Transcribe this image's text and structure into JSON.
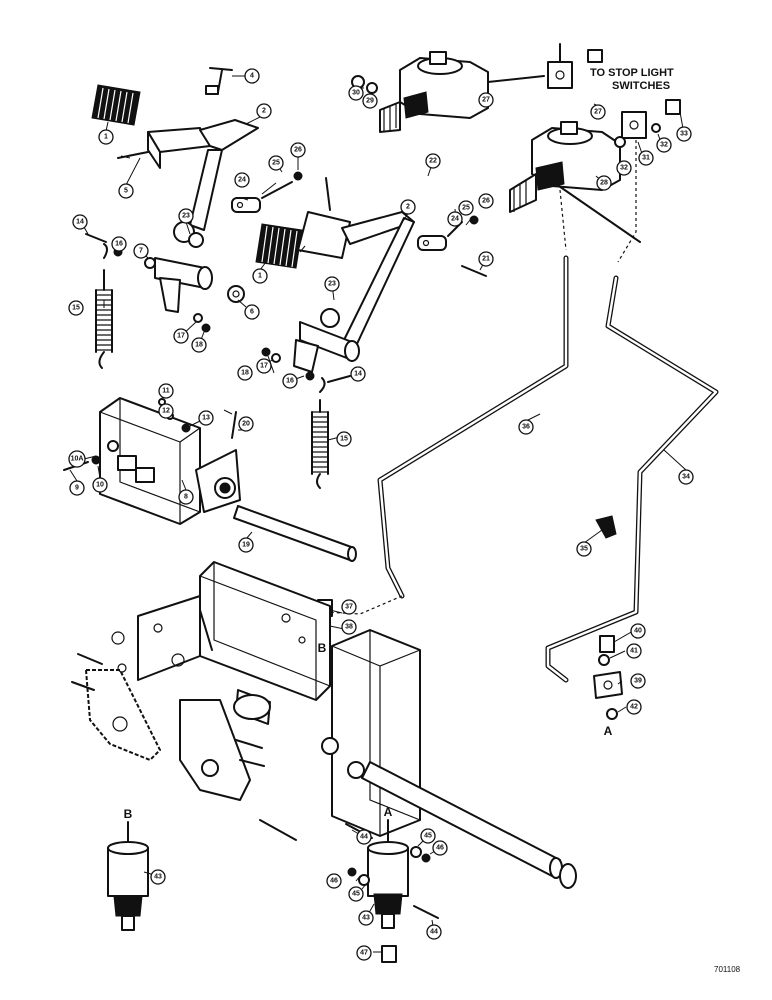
{
  "diagram": {
    "note_line1": "TO STOP LIGHT",
    "note_line2": "SWITCHES",
    "ref_letter_a": "A",
    "ref_letter_b": "B",
    "drawing_code": "701108",
    "callouts": [
      {
        "id": "c1a",
        "label": "1"
      },
      {
        "id": "c1b",
        "label": "1"
      },
      {
        "id": "c2a",
        "label": "2"
      },
      {
        "id": "c2b",
        "label": "2"
      },
      {
        "id": "c4",
        "label": "4"
      },
      {
        "id": "c5",
        "label": "5"
      },
      {
        "id": "c6",
        "label": "6"
      },
      {
        "id": "c7",
        "label": "7"
      },
      {
        "id": "c8",
        "label": "8"
      },
      {
        "id": "c9",
        "label": "9"
      },
      {
        "id": "c10",
        "label": "10"
      },
      {
        "id": "c10a",
        "label": "10A"
      },
      {
        "id": "c11",
        "label": "11"
      },
      {
        "id": "c12",
        "label": "12"
      },
      {
        "id": "c13",
        "label": "13"
      },
      {
        "id": "c14a",
        "label": "14"
      },
      {
        "id": "c14b",
        "label": "14"
      },
      {
        "id": "c15a",
        "label": "15"
      },
      {
        "id": "c15b",
        "label": "15"
      },
      {
        "id": "c16a",
        "label": "16"
      },
      {
        "id": "c16b",
        "label": "16"
      },
      {
        "id": "c17a",
        "label": "17"
      },
      {
        "id": "c17b",
        "label": "17"
      },
      {
        "id": "c18a",
        "label": "18"
      },
      {
        "id": "c18b",
        "label": "18"
      },
      {
        "id": "c19",
        "label": "19"
      },
      {
        "id": "c20",
        "label": "20"
      },
      {
        "id": "c21",
        "label": "21"
      },
      {
        "id": "c22",
        "label": "22"
      },
      {
        "id": "c23a",
        "label": "23"
      },
      {
        "id": "c23b",
        "label": "23"
      },
      {
        "id": "c24a",
        "label": "24"
      },
      {
        "id": "c24b",
        "label": "24"
      },
      {
        "id": "c25a",
        "label": "25"
      },
      {
        "id": "c25b",
        "label": "25"
      },
      {
        "id": "c26a",
        "label": "26"
      },
      {
        "id": "c26b",
        "label": "26"
      },
      {
        "id": "c27a",
        "label": "27"
      },
      {
        "id": "c27b",
        "label": "27"
      },
      {
        "id": "c28",
        "label": "28"
      },
      {
        "id": "c29",
        "label": "29"
      },
      {
        "id": "c30",
        "label": "30"
      },
      {
        "id": "c31",
        "label": "31"
      },
      {
        "id": "c32a",
        "label": "32"
      },
      {
        "id": "c32b",
        "label": "32"
      },
      {
        "id": "c33",
        "label": "33"
      },
      {
        "id": "c34",
        "label": "34"
      },
      {
        "id": "c35",
        "label": "35"
      },
      {
        "id": "c36",
        "label": "36"
      },
      {
        "id": "c37",
        "label": "37"
      },
      {
        "id": "c38",
        "label": "38"
      },
      {
        "id": "c39",
        "label": "39"
      },
      {
        "id": "c40",
        "label": "40"
      },
      {
        "id": "c41",
        "label": "41"
      },
      {
        "id": "c42",
        "label": "42"
      },
      {
        "id": "c43a",
        "label": "43"
      },
      {
        "id": "c43b",
        "label": "43"
      },
      {
        "id": "c44a",
        "label": "44"
      },
      {
        "id": "c44b",
        "label": "44"
      },
      {
        "id": "c45a",
        "label": "45"
      },
      {
        "id": "c45b",
        "label": "45"
      },
      {
        "id": "c46a",
        "label": "46"
      },
      {
        "id": "c46b",
        "label": "46"
      },
      {
        "id": "c47",
        "label": "47"
      }
    ]
  }
}
